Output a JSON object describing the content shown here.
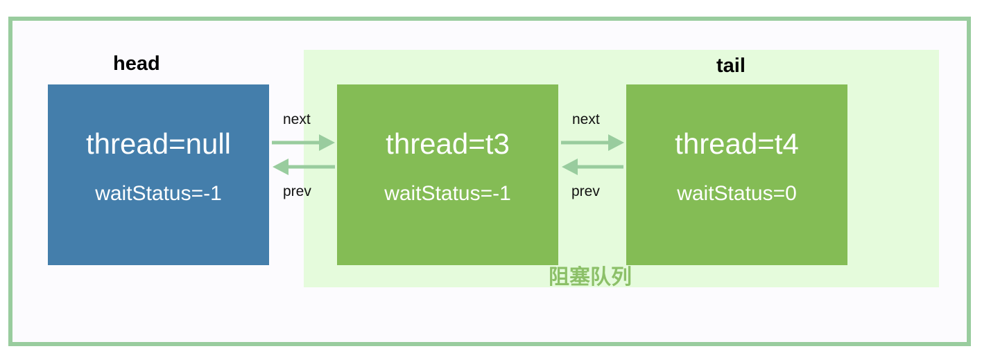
{
  "head_label": "head",
  "tail_label": "tail",
  "queue_label": "阻塞队列",
  "nodes": [
    {
      "thread": "thread=null",
      "wait_status": "waitStatus=-1"
    },
    {
      "thread": "thread=t3",
      "wait_status": "waitStatus=-1"
    },
    {
      "thread": "thread=t4",
      "wait_status": "waitStatus=0"
    }
  ],
  "links": [
    {
      "next": "next",
      "prev": "prev"
    },
    {
      "next": "next",
      "prev": "prev"
    }
  ],
  "colors": {
    "frame_border": "#99cc9e",
    "head_node": "#447eab",
    "queue_node": "#84bc55",
    "queue_area": "#e5fbdc",
    "arrow": "#99cc9e",
    "queue_label": "#8cc068"
  }
}
